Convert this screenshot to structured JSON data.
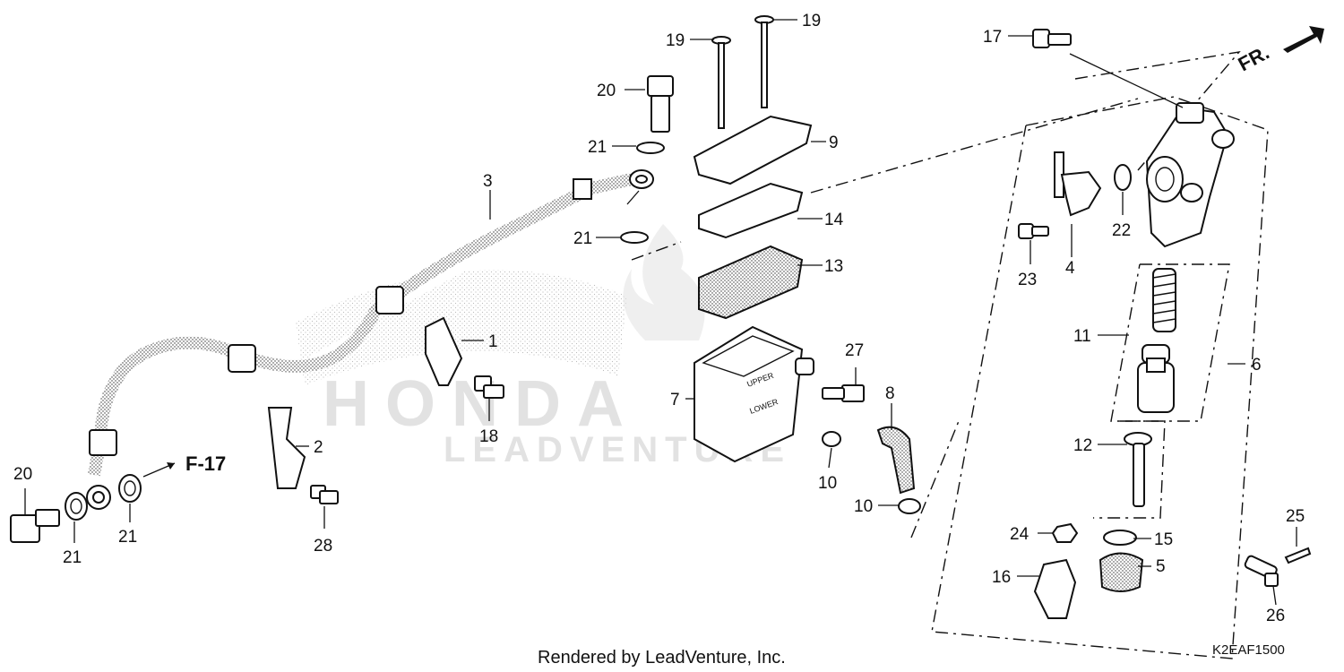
{
  "watermark": {
    "brand": "HONDA",
    "dealer": "LEADVENTURE"
  },
  "reference": {
    "code": "F-17"
  },
  "direction": {
    "label": "FR."
  },
  "footer": {
    "rendered_by": "Rendered by LeadVenture, Inc.",
    "diagram_code": "K2EAF1500"
  },
  "labels": {
    "c1": "1",
    "c2": "2",
    "c3": "3",
    "c4": "4",
    "c5": "5",
    "c6": "6",
    "c7": "7",
    "c8": "8",
    "c9": "9",
    "c10a": "10",
    "c10b": "10",
    "c11": "11",
    "c12": "12",
    "c13": "13",
    "c14": "14",
    "c15": "15",
    "c16": "16",
    "c17": "17",
    "c18": "18",
    "c19a": "19",
    "c19b": "19",
    "c20a": "20",
    "c20b": "20",
    "c21a": "21",
    "c21b": "21",
    "c21c": "21",
    "c21d": "21",
    "c22": "22",
    "c23": "23",
    "c24": "24",
    "c25": "25",
    "c26": "26",
    "c27": "27",
    "c28": "28"
  },
  "reservoir_text": {
    "upper": "UPPER",
    "lower": "LOWER"
  }
}
